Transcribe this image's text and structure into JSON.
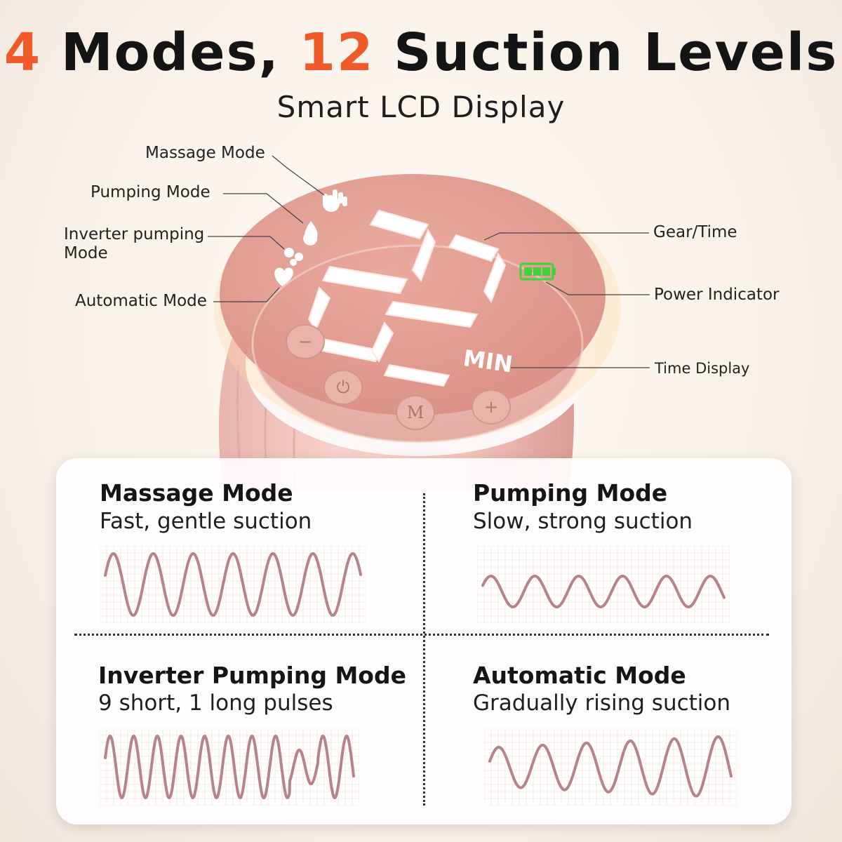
{
  "headline": {
    "modes_number": "4",
    "modes_word": "Modes,",
    "levels_number": "12",
    "levels_words": "Suction Levels"
  },
  "subheadline": "Smart LCD Display",
  "display": {
    "digits": "22",
    "unit": "MIN",
    "buttons": [
      "−",
      "⏻",
      "M",
      "+"
    ]
  },
  "callouts": {
    "massage": "Massage Mode",
    "pumping": "Pumping Mode",
    "inverter_line1": "Inverter pumping",
    "inverter_line2": "Mode",
    "automatic": "Automatic Mode",
    "gear_time": "Gear/Time",
    "power": "Power Indicator",
    "time_display": "Time Display"
  },
  "modes": [
    {
      "title": "Massage Mode",
      "desc": "Fast, gentle suction"
    },
    {
      "title": "Pumping Mode",
      "desc": "Slow, strong suction"
    },
    {
      "title": "Inverter Pumping Mode",
      "desc": "9 short, 1 long pulses"
    },
    {
      "title": "Automatic Mode",
      "desc": "Gradually rising suction"
    }
  ],
  "colors": {
    "accent": "#f05a2a",
    "wave": "#b7838b",
    "battery": "#3ed43e"
  },
  "icons": [
    "hand-icon",
    "drop-icon",
    "bubbles-icon",
    "heart-icon",
    "battery-icon"
  ]
}
